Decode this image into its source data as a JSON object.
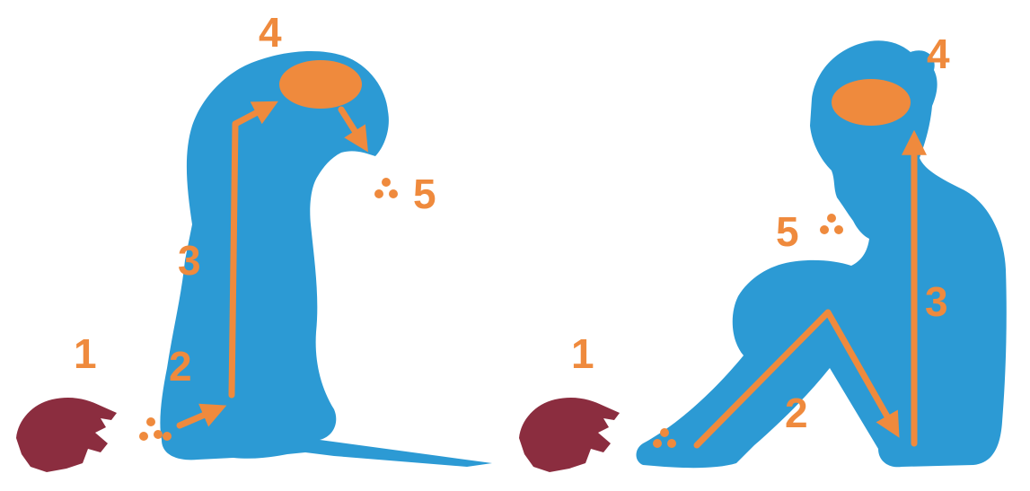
{
  "colors": {
    "silhouette": "#2c9ad4",
    "accent": "#ef8a3d",
    "predator": "#8b2d3f",
    "background": "#ffffff"
  },
  "panels": [
    {
      "subject": "monkey-silhouette",
      "labels": {
        "step1": "1",
        "step2": "2",
        "step3": "3",
        "step4": "4",
        "step5": "5"
      }
    },
    {
      "subject": "child-silhouette",
      "labels": {
        "step1": "1",
        "step2": "2",
        "step3": "3",
        "step4": "4",
        "step5": "5"
      }
    }
  ]
}
